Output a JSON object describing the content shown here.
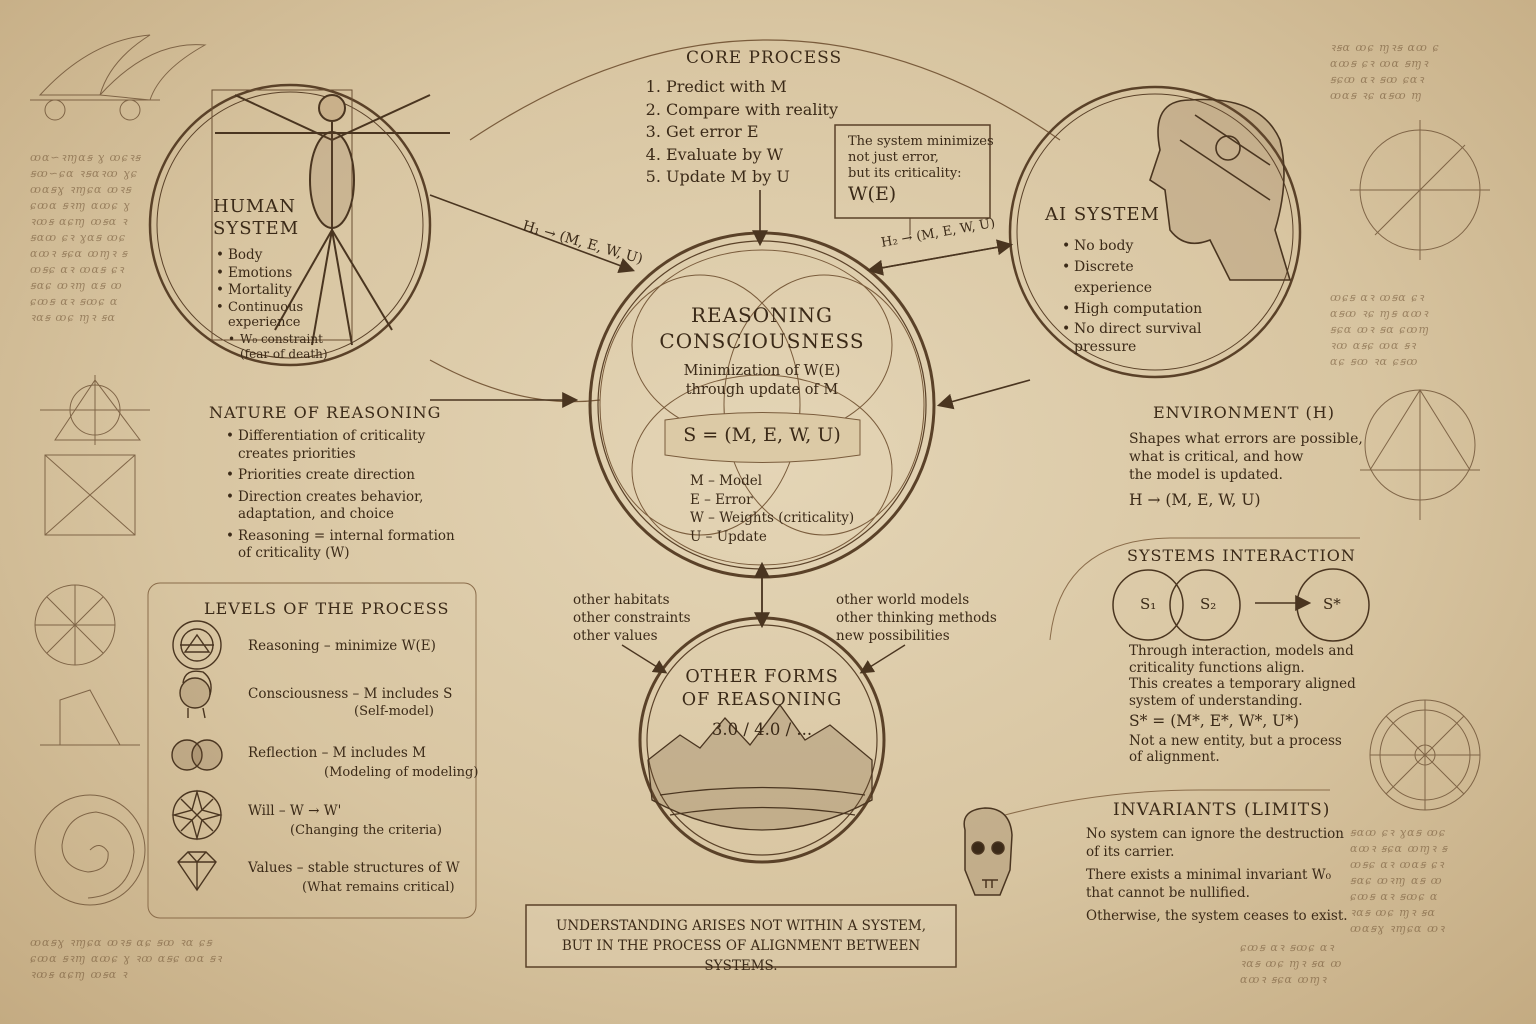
{
  "core_process": {
    "title": "CORE PROCESS",
    "steps": [
      "Predict with M",
      "Compare with reality",
      "Get error E",
      "Evaluate by W",
      "Update M by U"
    ]
  },
  "criticality_note": {
    "line1": "The system minimizes",
    "line2": "not just error,",
    "line3": "but its criticality:",
    "formula": "W(E)"
  },
  "human_system": {
    "title_line1": "HUMAN",
    "title_line2": "SYSTEM",
    "items": [
      "Body",
      "Emotions",
      "Mortality",
      "Continuous experience",
      "W₀ constraint (fear of death)"
    ]
  },
  "ai_system": {
    "title": "AI SYSTEM",
    "items": [
      "No body",
      "Discrete experience",
      "High computation",
      "No direct survival pressure"
    ]
  },
  "arrows": {
    "h1": "H₁ → (M, E, W, U)",
    "h2": "H₂ → (M, E, W, U)"
  },
  "center": {
    "title_line1": "REASONING",
    "title_line2": "CONSCIOUSNESS",
    "sub_line1": "Minimization of W(E)",
    "sub_line2": "through update of M",
    "formula": "S = (M, E, W, U)",
    "legend": [
      "M – Model",
      "E – Error",
      "W – Weights (criticality)",
      "U – Update"
    ]
  },
  "nature": {
    "title": "NATURE OF REASONING",
    "items": [
      "Differentiation of criticality creates priorities",
      "Priorities create direction",
      "Direction creates behavior, adaptation, and choice",
      "Reasoning = internal formation of criticality (W)"
    ]
  },
  "environment": {
    "title": "ENVIRONMENT (H)",
    "line1": "Shapes what errors are possible,",
    "line2": "what is critical, and how",
    "line3": "the model is updated.",
    "formula": "H → (M, E, W, U)"
  },
  "other_left": [
    "other habitats",
    "other constraints",
    "other values"
  ],
  "other_right": [
    "other world models",
    "other thinking methods",
    "new possibilities"
  ],
  "other_forms": {
    "title_line1": "OTHER FORMS",
    "title_line2": "OF REASONING",
    "version": "3.0 / 4.0 / ..."
  },
  "levels": {
    "title": "LEVELS OF THE PROCESS",
    "items": [
      {
        "label": "Reasoning – minimize W(E)",
        "sub": "",
        "icon": "compass-circle-icon"
      },
      {
        "label": "Consciousness – M includes S",
        "sub": "(Self-model)",
        "icon": "head-profile-icon"
      },
      {
        "label": "Reflection – M includes M",
        "sub": "(Modeling of modeling)",
        "icon": "double-head-icon"
      },
      {
        "label": "Will – W → W'",
        "sub": "(Changing the criteria)",
        "icon": "star-circle-icon"
      },
      {
        "label": "Values – stable structures of W",
        "sub": "(What remains critical)",
        "icon": "diamond-icon"
      }
    ]
  },
  "systems_interaction": {
    "title": "SYSTEMS INTERACTION",
    "s1": "S₁",
    "s2": "S₂",
    "s_star": "S*",
    "line1": "Through interaction, models and",
    "line2": "criticality functions align.",
    "line3": "This creates a temporary aligned",
    "line4": "system of understanding.",
    "formula": "S* = (M*, E*, W*, U*)",
    "line5": "Not a new entity, but a process",
    "line6": "of alignment."
  },
  "invariants": {
    "title": "INVARIANTS (LIMITS)",
    "p1_line1": "No system can ignore the destruction",
    "p1_line2": "of its carrier.",
    "p2_line1": "There exists a minimal invariant W₀",
    "p2_line2": "that cannot be nullified.",
    "p3": "Otherwise, the system ceases to exist."
  },
  "banner": {
    "line1": "UNDERSTANDING ARISES NOT WITHIN A SYSTEM,",
    "line2": "BUT IN THE PROCESS OF ALIGNMENT BETWEEN SYSTEMS."
  },
  "colors": {
    "ink": "#3b2a18",
    "parchment": "#d8c5a1"
  }
}
